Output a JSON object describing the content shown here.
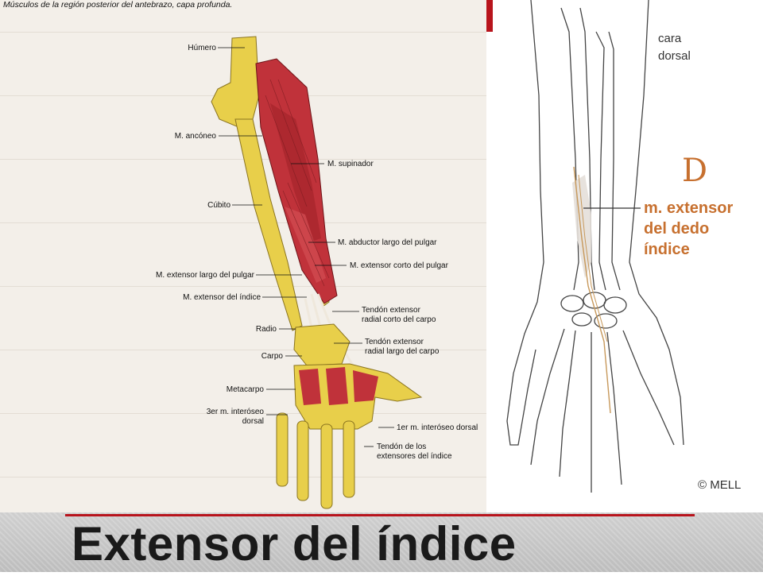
{
  "left_figure": {
    "caption": "Músculos de la región posterior del antebrazo, capa profunda.",
    "labels": {
      "humero": "Húmero",
      "anconeo": "M. ancóneo",
      "supinador": "M. supinador",
      "cubito": "Cúbito",
      "abductor": "M. abductor largo del pulgar",
      "ext_corto": "M. extensor corto del pulgar",
      "ext_largo": "M. extensor largo del pulgar",
      "ext_indice": "M. extensor del índice",
      "tendon_corto_1": "Tendón extensor",
      "tendon_corto_2": "radial corto del carpo",
      "radio": "Radio",
      "tendon_largo_1": "Tendón extensor",
      "tendon_largo_2": "radial largo del carpo",
      "carpo": "Carpo",
      "metacarpo": "Metacarpo",
      "interoseo3_1": "3er m. interóseo",
      "interoseo3_2": "dorsal",
      "interoseo1": "1er m. interóseo dorsal",
      "tendon_ext_1": "Tendón de los",
      "tendon_ext_2": "extensores del índice"
    }
  },
  "right_figure": {
    "view_label_1": "cara",
    "view_label_2": "dorsal",
    "letter": "D",
    "muscle_1": "m. extensor",
    "muscle_2": "del dedo",
    "muscle_3": "índice",
    "copyright": "© MELL"
  },
  "footer": {
    "title": "Extensor del índice"
  },
  "colors": {
    "accent_red": "#b8141c",
    "muscle_red": "#c0323a",
    "bone_yellow": "#e8cf4a",
    "label_orange": "#c7702f"
  }
}
